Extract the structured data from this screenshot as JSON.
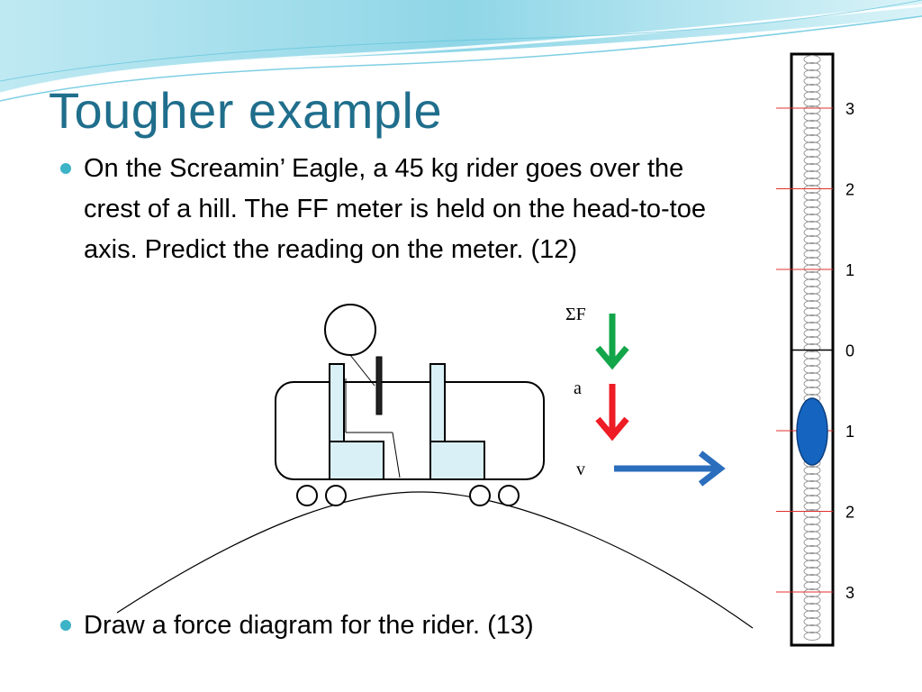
{
  "slide": {
    "title": "Tougher example",
    "bullets": [
      "On the Screamin’ Eagle, a 45 kg rider goes over the crest of a hill.  The FF meter is held on the head-to-toe axis.  Predict the reading on the meter. (12)",
      "Draw a force diagram for the rider. (13)"
    ]
  },
  "diagram": {
    "labels": {
      "net_force": "ΣF",
      "acceleration": "a",
      "velocity": "v"
    },
    "colors": {
      "net_force_arrow": "#13a54a",
      "acceleration_arrow": "#ee1c25",
      "velocity_arrow": "#2a6ebd",
      "seat_fill": "#daf0f7",
      "indicator": "#1565c0",
      "title": "#1f6e8c",
      "bullet": "#3cb3c7"
    }
  },
  "meter": {
    "tick_labels": [
      "3",
      "2",
      "1",
      "0",
      "1",
      "2",
      "3"
    ],
    "reading": "1"
  }
}
